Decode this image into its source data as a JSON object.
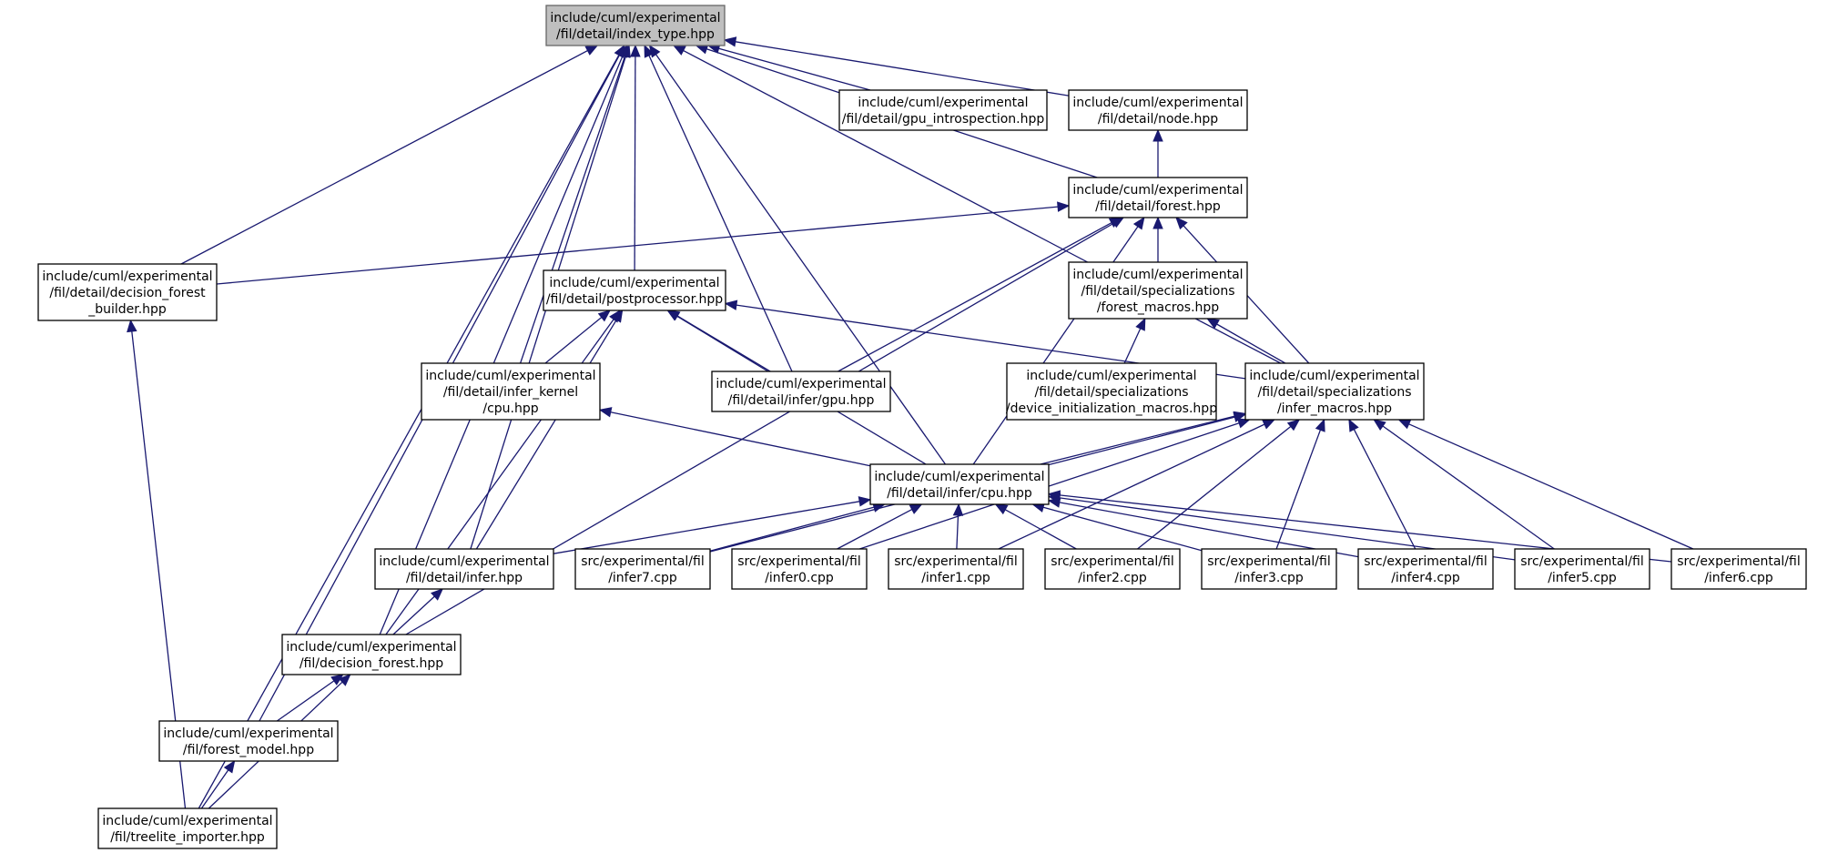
{
  "colors": {
    "edge": "#191970",
    "focus_fill": "#bfbfbf",
    "node_fill": "#ffffff",
    "node_border": "#000000"
  },
  "nodes": [
    {
      "id": "index_type",
      "lines": [
        "include/cuml/experimental",
        "/fil/detail/index_type.hpp"
      ],
      "focus": true
    },
    {
      "id": "gpu_introspection",
      "lines": [
        "include/cuml/experimental",
        "/fil/detail/gpu_introspection.hpp"
      ]
    },
    {
      "id": "node",
      "lines": [
        "include/cuml/experimental",
        "/fil/detail/node.hpp"
      ]
    },
    {
      "id": "forest",
      "lines": [
        "include/cuml/experimental",
        "/fil/detail/forest.hpp"
      ]
    },
    {
      "id": "decision_forest_builder",
      "lines": [
        "include/cuml/experimental",
        "/fil/detail/decision_forest",
        "_builder.hpp"
      ]
    },
    {
      "id": "postprocessor",
      "lines": [
        "include/cuml/experimental",
        "/fil/detail/postprocessor.hpp"
      ]
    },
    {
      "id": "forest_macros",
      "lines": [
        "include/cuml/experimental",
        "/fil/detail/specializations",
        "/forest_macros.hpp"
      ]
    },
    {
      "id": "infer_kernel_cpu",
      "lines": [
        "include/cuml/experimental",
        "/fil/detail/infer_kernel",
        "/cpu.hpp"
      ]
    },
    {
      "id": "infer_gpu",
      "lines": [
        "include/cuml/experimental",
        "/fil/detail/infer/gpu.hpp"
      ]
    },
    {
      "id": "device_init_macros",
      "lines": [
        "include/cuml/experimental",
        "/fil/detail/specializations",
        "/device_initialization_macros.hpp"
      ]
    },
    {
      "id": "infer_macros",
      "lines": [
        "include/cuml/experimental",
        "/fil/detail/specializations",
        "/infer_macros.hpp"
      ]
    },
    {
      "id": "infer_cpu",
      "lines": [
        "include/cuml/experimental",
        "/fil/detail/infer/cpu.hpp"
      ]
    },
    {
      "id": "infer_hpp",
      "lines": [
        "include/cuml/experimental",
        "/fil/detail/infer.hpp"
      ]
    },
    {
      "id": "infer7",
      "lines": [
        "src/experimental/fil",
        "/infer7.cpp"
      ]
    },
    {
      "id": "infer0",
      "lines": [
        "src/experimental/fil",
        "/infer0.cpp"
      ]
    },
    {
      "id": "infer1",
      "lines": [
        "src/experimental/fil",
        "/infer1.cpp"
      ]
    },
    {
      "id": "infer2",
      "lines": [
        "src/experimental/fil",
        "/infer2.cpp"
      ]
    },
    {
      "id": "infer3",
      "lines": [
        "src/experimental/fil",
        "/infer3.cpp"
      ]
    },
    {
      "id": "infer4",
      "lines": [
        "src/experimental/fil",
        "/infer4.cpp"
      ]
    },
    {
      "id": "infer5",
      "lines": [
        "src/experimental/fil",
        "/infer5.cpp"
      ]
    },
    {
      "id": "infer6",
      "lines": [
        "src/experimental/fil",
        "/infer6.cpp"
      ]
    },
    {
      "id": "decision_forest",
      "lines": [
        "include/cuml/experimental",
        "/fil/decision_forest.hpp"
      ]
    },
    {
      "id": "forest_model",
      "lines": [
        "include/cuml/experimental",
        "/fil/forest_model.hpp"
      ]
    },
    {
      "id": "treelite_importer",
      "lines": [
        "include/cuml/experimental",
        "/fil/treelite_importer.hpp"
      ]
    }
  ],
  "edges": [
    {
      "from": "gpu_introspection",
      "to": "index_type"
    },
    {
      "from": "node",
      "to": "index_type"
    },
    {
      "from": "forest",
      "to": "index_type"
    },
    {
      "from": "decision_forest_builder",
      "to": "index_type"
    },
    {
      "from": "postprocessor",
      "to": "index_type"
    },
    {
      "from": "infer_kernel_cpu",
      "to": "index_type"
    },
    {
      "from": "infer_gpu",
      "to": "index_type"
    },
    {
      "from": "infer_macros",
      "to": "index_type"
    },
    {
      "from": "infer_cpu",
      "to": "index_type"
    },
    {
      "from": "infer_hpp",
      "to": "index_type"
    },
    {
      "from": "decision_forest",
      "to": "index_type"
    },
    {
      "from": "forest_model",
      "to": "index_type"
    },
    {
      "from": "treelite_importer",
      "to": "index_type"
    },
    {
      "from": "forest",
      "to": "node"
    },
    {
      "from": "decision_forest_builder",
      "to": "forest"
    },
    {
      "from": "forest_macros",
      "to": "forest"
    },
    {
      "from": "infer_gpu",
      "to": "forest"
    },
    {
      "from": "infer_macros",
      "to": "forest"
    },
    {
      "from": "infer_cpu",
      "to": "forest"
    },
    {
      "from": "decision_forest",
      "to": "forest"
    },
    {
      "from": "treelite_importer",
      "to": "decision_forest_builder"
    },
    {
      "from": "infer_kernel_cpu",
      "to": "postprocessor"
    },
    {
      "from": "infer_gpu",
      "to": "postprocessor"
    },
    {
      "from": "infer_macros",
      "to": "postprocessor"
    },
    {
      "from": "infer_cpu",
      "to": "postprocessor"
    },
    {
      "from": "infer_hpp",
      "to": "postprocessor"
    },
    {
      "from": "decision_forest",
      "to": "postprocessor"
    },
    {
      "from": "device_init_macros",
      "to": "forest_macros"
    },
    {
      "from": "infer_macros",
      "to": "forest_macros"
    },
    {
      "from": "infer_cpu",
      "to": "infer_kernel_cpu"
    },
    {
      "from": "infer_cpu",
      "to": "infer_macros"
    },
    {
      "from": "infer0",
      "to": "infer_macros"
    },
    {
      "from": "infer1",
      "to": "infer_macros"
    },
    {
      "from": "infer2",
      "to": "infer_macros"
    },
    {
      "from": "infer3",
      "to": "infer_macros"
    },
    {
      "from": "infer4",
      "to": "infer_macros"
    },
    {
      "from": "infer5",
      "to": "infer_macros"
    },
    {
      "from": "infer6",
      "to": "infer_macros"
    },
    {
      "from": "infer7",
      "to": "infer_macros"
    },
    {
      "from": "infer_hpp",
      "to": "infer_cpu"
    },
    {
      "from": "infer7",
      "to": "infer_cpu"
    },
    {
      "from": "infer0",
      "to": "infer_cpu"
    },
    {
      "from": "infer1",
      "to": "infer_cpu"
    },
    {
      "from": "infer2",
      "to": "infer_cpu"
    },
    {
      "from": "infer3",
      "to": "infer_cpu"
    },
    {
      "from": "infer4",
      "to": "infer_cpu"
    },
    {
      "from": "infer5",
      "to": "infer_cpu"
    },
    {
      "from": "infer6",
      "to": "infer_cpu"
    },
    {
      "from": "decision_forest",
      "to": "infer_hpp"
    },
    {
      "from": "forest_model",
      "to": "decision_forest"
    },
    {
      "from": "treelite_importer",
      "to": "decision_forest"
    },
    {
      "from": "treelite_importer",
      "to": "forest_model"
    }
  ]
}
